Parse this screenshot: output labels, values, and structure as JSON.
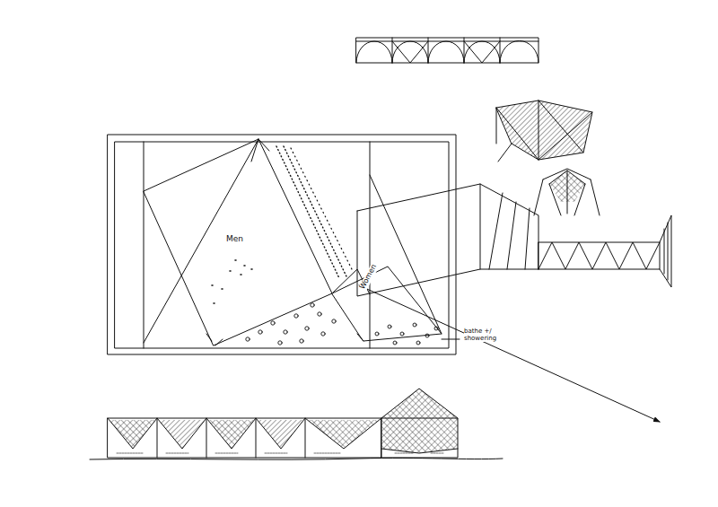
{
  "diagram": {
    "labels": [
      "Men",
      "Women",
      "bathe +/ showering"
    ]
  }
}
